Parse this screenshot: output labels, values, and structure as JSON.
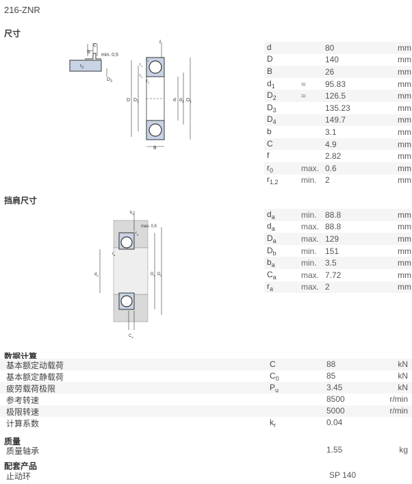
{
  "page_title": "216-ZNR",
  "sections": {
    "dimensions": "尺寸",
    "abutment": "挡肩尺寸",
    "calc": "数据计算",
    "mass": "质量",
    "accessories": "配套产品"
  },
  "diagram1": {
    "labels": {
      "c": "C",
      "b": "b",
      "min": "min. 0,5",
      "r0": "r",
      "r0_sub": "0",
      "D3": "D",
      "D3_sub": "3",
      "f": "f",
      "r2": "r",
      "r2_sub": "2",
      "r1": "r",
      "r1_sub": "1",
      "r2b": "r",
      "r2b_sub": "2",
      "D": "D",
      "D2": "D",
      "D2_sub": "2",
      "d": "d",
      "d1": "d",
      "d1_sub": "1",
      "D1": "D",
      "D1_sub": "1",
      "B": "B"
    }
  },
  "diagram2": {
    "labels": {
      "ba": "b",
      "ba_sub": "a",
      "max": "max. 0,5",
      "ra": "r",
      "ra_sub": "a",
      "ra2": "r",
      "ra2_sub": "a",
      "da": "d",
      "da_sub": "a",
      "Da": "D",
      "Da_sub": "a",
      "Db": "D",
      "Db_sub": "b",
      "Ca": "C",
      "Ca_sub": "a"
    }
  },
  "dimensions": [
    {
      "sym": "d",
      "sub": "",
      "q": "",
      "v": "80",
      "u": "mm"
    },
    {
      "sym": "D",
      "sub": "",
      "q": "",
      "v": "140",
      "u": "mm"
    },
    {
      "sym": "B",
      "sub": "",
      "q": "",
      "v": "26",
      "u": "mm"
    },
    {
      "sym": "d",
      "sub": "1",
      "q": "≈",
      "v": "95.83",
      "u": "mm"
    },
    {
      "sym": "D",
      "sub": "2",
      "q": "≈",
      "v": "126.5",
      "u": "mm"
    },
    {
      "sym": "D",
      "sub": "3",
      "q": "",
      "v": "135.23",
      "u": "mm"
    },
    {
      "sym": "D",
      "sub": "4",
      "q": "",
      "v": "149.7",
      "u": "mm"
    },
    {
      "sym": "b",
      "sub": "",
      "q": "",
      "v": "3.1",
      "u": "mm"
    },
    {
      "sym": "C",
      "sub": "",
      "q": "",
      "v": "4.9",
      "u": "mm"
    },
    {
      "sym": "f",
      "sub": "",
      "q": "",
      "v": "2.82",
      "u": "mm"
    },
    {
      "sym": "r",
      "sub": "0",
      "q": "max.",
      "v": "0.6",
      "u": "mm"
    },
    {
      "sym": "r",
      "sub": "1,2",
      "q": "min.",
      "v": "2",
      "u": "mm"
    }
  ],
  "abutment": [
    {
      "sym": "d",
      "sub": "a",
      "q": "min.",
      "v": "88.8",
      "u": "mm"
    },
    {
      "sym": "d",
      "sub": "a",
      "q": "max.",
      "v": "88.8",
      "u": "mm"
    },
    {
      "sym": "D",
      "sub": "a",
      "q": "max.",
      "v": "129",
      "u": "mm"
    },
    {
      "sym": "D",
      "sub": "b",
      "q": "min.",
      "v": "151",
      "u": "mm"
    },
    {
      "sym": "b",
      "sub": "a",
      "q": "min.",
      "v": "3.5",
      "u": "mm"
    },
    {
      "sym": "C",
      "sub": "a",
      "q": "max.",
      "v": "7.72",
      "u": "mm"
    },
    {
      "sym": "r",
      "sub": "a",
      "q": "max.",
      "v": "2",
      "u": "mm"
    }
  ],
  "calc": [
    {
      "label": "基本额定动载荷",
      "sym": "C",
      "sub": "",
      "v": "88",
      "u": "kN"
    },
    {
      "label": "基本额定静载荷",
      "sym": "C",
      "sub": "0",
      "v": "85",
      "u": "kN"
    },
    {
      "label": "疲劳载荷极限",
      "sym": "P",
      "sub": "u",
      "v": "3.45",
      "u": "kN"
    },
    {
      "label": "参考转速",
      "sym": "",
      "sub": "",
      "v": "8500",
      "u": "r/min"
    },
    {
      "label": "极限转速",
      "sym": "",
      "sub": "",
      "v": "5000",
      "u": "r/min"
    },
    {
      "label": "计算系数",
      "sym": "k",
      "sub": "r",
      "v": "0.04",
      "u": ""
    }
  ],
  "mass": {
    "label": "质量轴承",
    "v": "1.55",
    "u": "kg"
  },
  "accessories": {
    "label": "止动环",
    "v": "SP 140"
  }
}
